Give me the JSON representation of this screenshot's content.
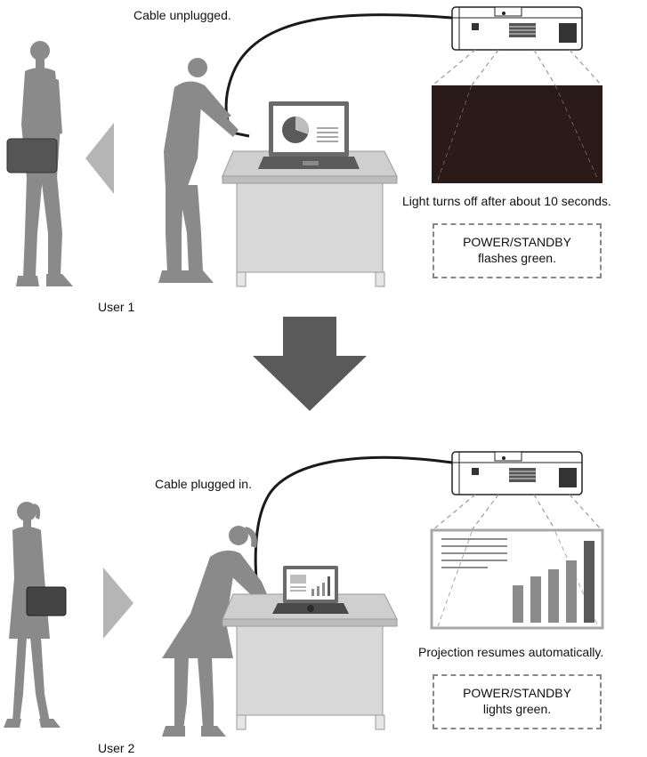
{
  "scenario_1": {
    "cable_label": "Cable unplugged.",
    "screen_label": "Light turns off after about 10 seconds.",
    "status_line1": "POWER/STANDBY",
    "status_line2": "flashes green.",
    "user_label": "User 1",
    "screen_color": "#2a1a18"
  },
  "scenario_2": {
    "cable_label": "Cable plugged in.",
    "screen_label": "Projection resumes automatically.",
    "status_line1": "POWER/STANDBY",
    "status_line2": "lights green.",
    "user_label": "User 2"
  },
  "colors": {
    "figure": "#8a8a8a",
    "arrow_main": "#5a5a5a",
    "arrow_side": "#b5b5b5",
    "table_top": "#cfcfcf",
    "table_body": "#d9d9d9",
    "screen_frame": "#a8a8a8",
    "chart_bars": "#8c8c8c"
  }
}
